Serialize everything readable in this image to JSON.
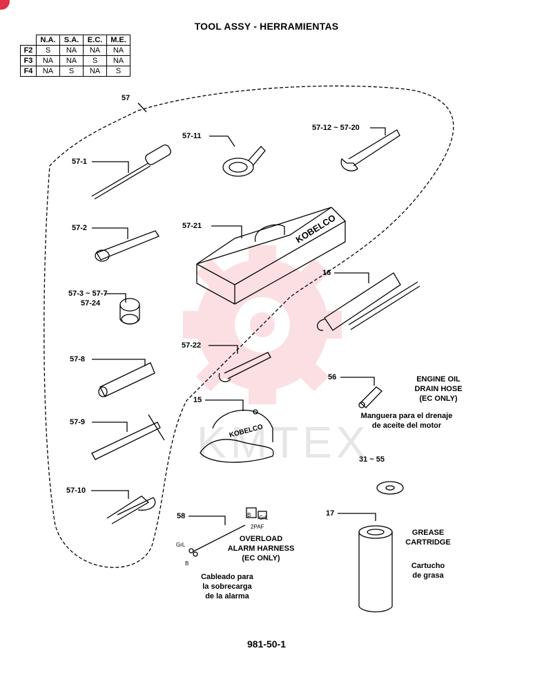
{
  "title": "TOOL ASSY -  HERRAMIENTAS",
  "page_number": "981-50-1",
  "watermark": "KMTEX",
  "table": {
    "headers": [
      "N.A.",
      "S.A.",
      "E.C.",
      "M.E."
    ],
    "rows": [
      {
        "label": "F2",
        "cells": [
          "S",
          "NA",
          "NA",
          "NA"
        ]
      },
      {
        "label": "F3",
        "cells": [
          "NA",
          "NA",
          "S",
          "NA"
        ]
      },
      {
        "label": "F4",
        "cells": [
          "NA",
          "S",
          "NA",
          "S"
        ]
      }
    ]
  },
  "callouts": {
    "c57": "57",
    "c57_11": "57-11",
    "c57_12_20": "57-12 ~ 57-20",
    "c57_1": "57-1",
    "c57_2": "57-2",
    "c57_21": "57-21",
    "c16": "16",
    "c57_3_7": "57-3 ~ 57-7",
    "c57_24": "57-24",
    "c57_8": "57-8",
    "c57_22": "57-22",
    "c56": "56",
    "c15": "15",
    "c57_9": "57-9",
    "c31_55": "31 ~ 55",
    "c57_10": "57-10",
    "c58": "58",
    "c17": "17"
  },
  "captions": {
    "engine_oil": [
      "ENGINE OIL",
      "DRAIN HOSE",
      "(EC ONLY)"
    ],
    "manguera": [
      "Manguera para el drenaje",
      "de aceite del motor"
    ],
    "overload": [
      "OVERLOAD",
      "ALARM HARNESS",
      "(EC ONLY)"
    ],
    "cableado": [
      "Cableado para",
      "la sobrecarga",
      "de la alarma"
    ],
    "grease": [
      "GREASE",
      "CARTRIDGE"
    ],
    "cartucho": [
      "Cartucho",
      "de grasa"
    ]
  },
  "artwork_text": {
    "toolbox_brand": "KOBELCO",
    "cap_brand": "KOBELCO",
    "connector_b": "B",
    "connector_grl": "GrL",
    "connector_code": "2PAF",
    "wire_grl": "GrL",
    "wire_b": "B"
  }
}
